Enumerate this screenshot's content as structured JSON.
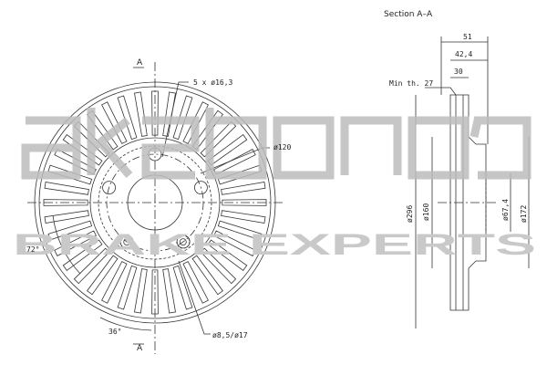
{
  "section_title": "Section A–A",
  "cut_markers": [
    "A",
    "A"
  ],
  "front_view": {
    "bolt_pattern": "5 x ø16,3",
    "pcd": "ø120",
    "small_holes": "ø8,5/ø17",
    "angle_bolts": "72°",
    "angle_small_holes": "36°"
  },
  "section_view": {
    "min_thickness": "Min th. 27",
    "total_height": "51",
    "hat_height": "42,4",
    "thickness": "30",
    "outer_diameter": "ø296",
    "inner_diameter": "ø160",
    "center_bore": "ø67,4",
    "hat_diameter": "ø172"
  },
  "watermark": {
    "brand": "akebono",
    "slogan": "BRAKE EXPERTS",
    "color": "#c9c9c9"
  }
}
